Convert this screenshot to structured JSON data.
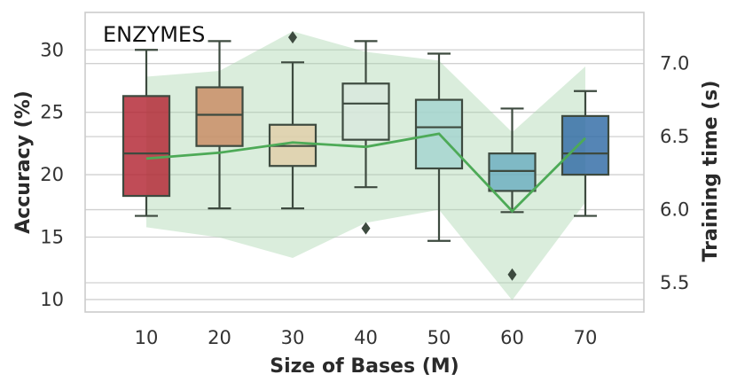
{
  "chart_data": {
    "type": "box",
    "title": "ENZYMES",
    "xlabel": "Size of Bases (M)",
    "ylabel": "Accuracy (%)",
    "y2label": "Training time (s)",
    "categories": [
      "10",
      "20",
      "30",
      "40",
      "50",
      "60",
      "70"
    ],
    "ylim": [
      9,
      33
    ],
    "y2lim": [
      5.3,
      7.35
    ],
    "yticks": [
      "10",
      "15",
      "20",
      "25",
      "30"
    ],
    "y2ticks": [
      "5.5",
      "6.0",
      "6.5",
      "7.0"
    ],
    "grid": true,
    "accuracy_boxes": [
      {
        "category": "10",
        "whisker_low": 16.7,
        "q1": 18.3,
        "median": 21.7,
        "q3": 26.3,
        "whisker_high": 30.0,
        "outliers": [],
        "color": "#b22532"
      },
      {
        "category": "20",
        "whisker_low": 17.3,
        "q1": 22.3,
        "median": 24.8,
        "q3": 27.0,
        "whisker_high": 30.7,
        "outliers": [],
        "color": "#c88a62"
      },
      {
        "category": "30",
        "whisker_low": 17.3,
        "q1": 20.7,
        "median": 22.3,
        "q3": 24.0,
        "whisker_high": 29.0,
        "outliers": [
          31.0
        ],
        "color": "#e0cea8"
      },
      {
        "category": "40",
        "whisker_low": 19.0,
        "q1": 22.8,
        "median": 25.7,
        "q3": 27.3,
        "whisker_high": 30.7,
        "outliers": [
          15.7
        ],
        "color": "#d8e8dd"
      },
      {
        "category": "50",
        "whisker_low": 14.7,
        "q1": 20.5,
        "median": 23.8,
        "q3": 26.0,
        "whisker_high": 29.7,
        "outliers": [],
        "color": "#a4d4cf"
      },
      {
        "category": "60",
        "whisker_low": 17.0,
        "q1": 18.7,
        "median": 20.3,
        "q3": 21.7,
        "whisker_high": 25.3,
        "outliers": [
          12.0
        ],
        "color": "#6aadbf"
      },
      {
        "category": "70",
        "whisker_low": 16.7,
        "q1": 20.0,
        "median": 21.7,
        "q3": 24.7,
        "whisker_high": 26.7,
        "outliers": [],
        "color": "#2f6aa5"
      }
    ],
    "training_time": {
      "mean": [
        6.35,
        6.39,
        6.46,
        6.43,
        6.52,
        5.99,
        6.49
      ],
      "band_low": [
        5.88,
        5.81,
        5.67,
        5.91,
        6.0,
        5.38,
        6.05
      ],
      "band_high": [
        6.91,
        6.95,
        7.22,
        7.08,
        7.02,
        6.53,
        6.98
      ],
      "line_color": "#4daa57",
      "band_color": "#a8d5ab"
    }
  }
}
